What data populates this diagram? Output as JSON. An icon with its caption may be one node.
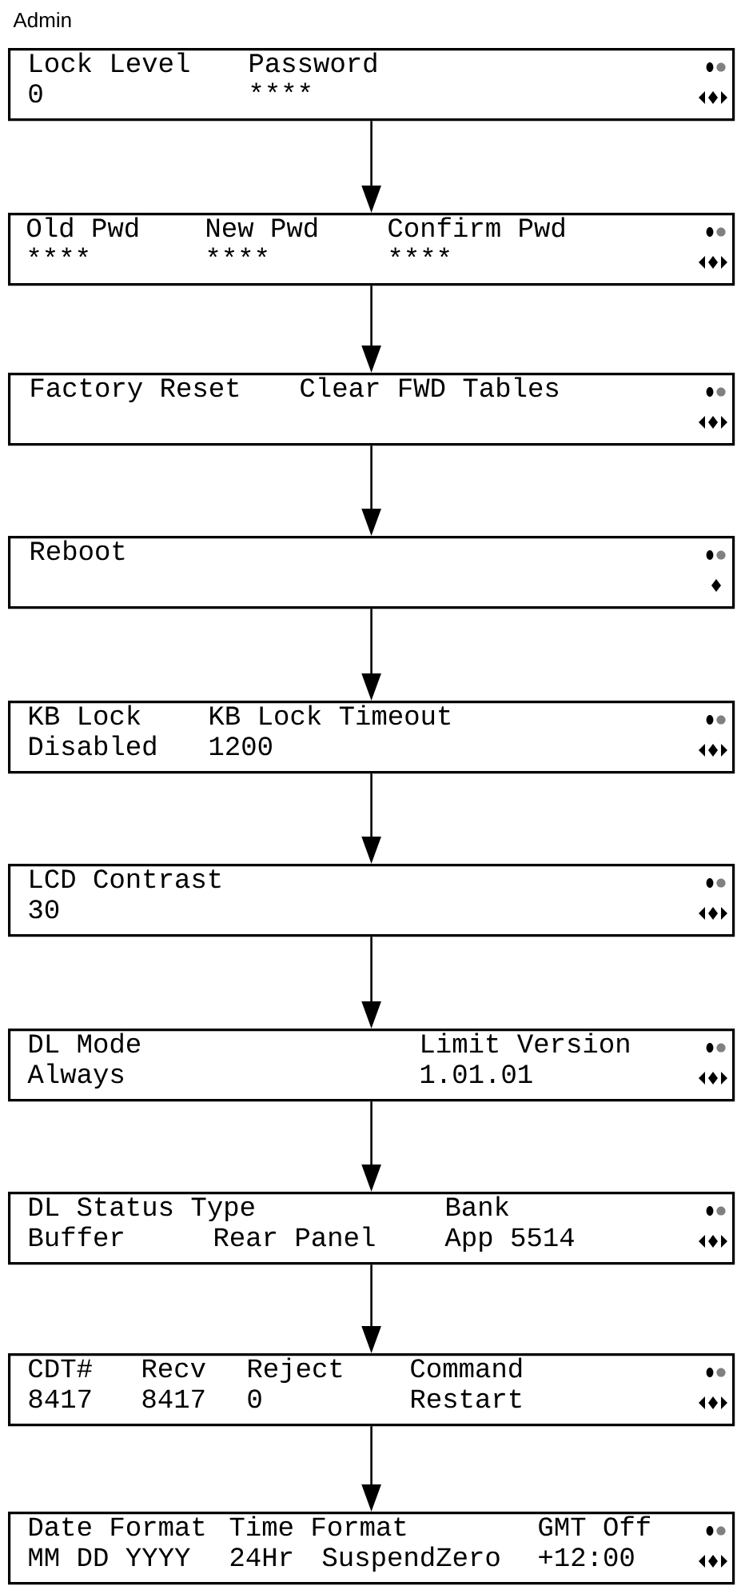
{
  "diagram": {
    "title": "Admin",
    "nodes": [
      {
        "text": [
          "Lock Level",
          "Password",
          "0",
          "****"
        ]
      },
      {
        "text": [
          "Old Pwd",
          "New Pwd",
          "Confirm Pwd",
          "****",
          "****",
          "****"
        ]
      },
      {
        "text": [
          "Factory Reset",
          "Clear FWD Tables"
        ]
      },
      {
        "text": [
          "Reboot"
        ]
      },
      {
        "text": [
          "KB Lock",
          "KB Lock Timeout",
          "Disabled",
          "1200"
        ]
      },
      {
        "text": [
          "LCD Contrast",
          "30"
        ]
      },
      {
        "text": [
          "DL Mode",
          "Limit Version",
          "Always",
          "1.01.01"
        ]
      },
      {
        "text": [
          "DL Status Type",
          "Bank",
          "Buffer",
          "Rear Panel",
          "App 5514"
        ]
      },
      {
        "text": [
          "CDT#",
          "Recv",
          "Reject",
          "Command",
          "8417",
          "8417",
          "0",
          "Restart"
        ]
      },
      {
        "text": [
          "Date Format",
          "Time Format",
          "GMT Off",
          "MM DD YYYY",
          "24Hr",
          "SuspendZero",
          "+12:00"
        ]
      }
    ],
    "edges": [
      {
        "from": 0,
        "to": 1,
        "arrow": "to"
      },
      {
        "from": 1,
        "to": 2,
        "arrow": "to"
      },
      {
        "from": 2,
        "to": 3,
        "arrow": "to"
      },
      {
        "from": 3,
        "to": 4,
        "arrow": "to"
      },
      {
        "from": 4,
        "to": 5,
        "arrow": "to"
      },
      {
        "from": 5,
        "to": 6,
        "arrow": "to"
      },
      {
        "from": 6,
        "to": 7,
        "arrow": "to"
      },
      {
        "from": 7,
        "to": 8,
        "arrow": "to"
      },
      {
        "from": 8,
        "to": 9,
        "arrow": "to"
      }
    ]
  }
}
